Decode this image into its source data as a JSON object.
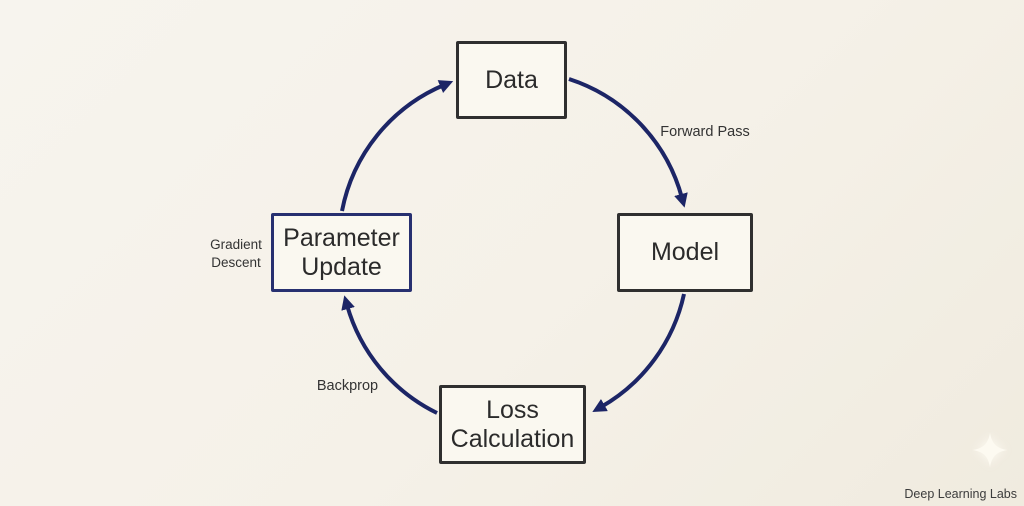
{
  "diagram": {
    "nodes": {
      "data": {
        "label": "Data"
      },
      "model": {
        "label": "Model"
      },
      "loss": {
        "label": "Loss\nCalculation"
      },
      "param": {
        "label": "Parameter\nUpdate"
      }
    },
    "edges": {
      "data_to_model": {
        "label": "Forward Pass"
      },
      "model_to_loss": {
        "label": ""
      },
      "loss_to_param": {
        "label": "Backprop"
      },
      "param_to_data": {
        "label": "Gradient\nDescent"
      }
    }
  },
  "watermark": {
    "label": "Deep Learning Labs",
    "icon": "sparkle-icon"
  },
  "colors": {
    "background": "#f5f1e8",
    "background_corner": "#f0ebdf",
    "arrow": "#1c2566",
    "box_border_dark": "#2f2f2f",
    "box_border_accent": "#273070",
    "box_fill": "#faf8f0",
    "text": "#2b2b2b",
    "label_text": "#333333",
    "watermark_text": "#3c3c3c",
    "sparkle": "#fdfaf1"
  }
}
